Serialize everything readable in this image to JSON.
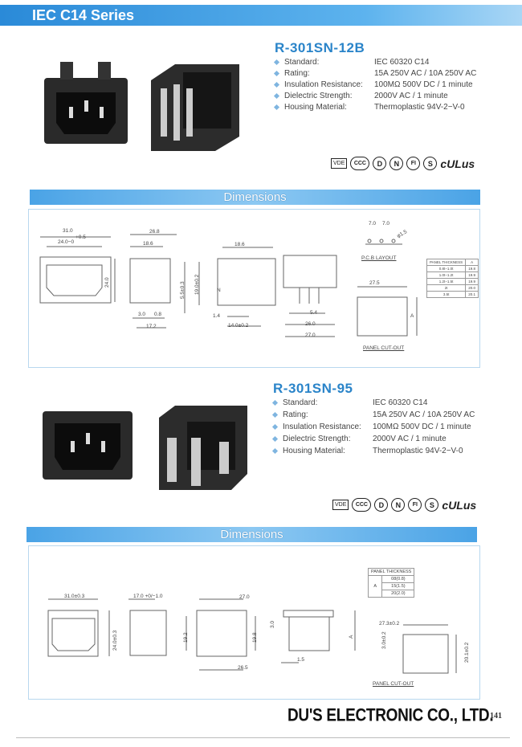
{
  "header": {
    "title": "IEC C14 Series"
  },
  "products": [
    {
      "model": "R-301SN-12B",
      "specs": [
        {
          "label": "Standard:",
          "value": "IEC 60320 C14"
        },
        {
          "label": "Rating:",
          "value": "15A 250V AC / 10A 250V AC"
        },
        {
          "label": "Insulation Resistance:",
          "value": "100MΩ 500V DC / 1 minute"
        },
        {
          "label": "Dielectric Strength:",
          "value": "2000V AC / 1 minute"
        },
        {
          "label": "Housing Material:",
          "value": "Thermoplastic 94V-2−V-0"
        }
      ],
      "certs": [
        "VDE",
        "CCC",
        "D",
        "N",
        "FI",
        "S",
        "cULus"
      ]
    },
    {
      "model": "R-301SN-95",
      "specs": [
        {
          "label": "Standard:",
          "value": "IEC 60320 C14"
        },
        {
          "label": "Rating:",
          "value": "15A 250V AC / 10A 250V AC"
        },
        {
          "label": "Insulation Resistance:",
          "value": "100MΩ 500V DC / 1 minute"
        },
        {
          "label": "Dielectric Strength:",
          "value": "2000V AC / 1 minute"
        },
        {
          "label": "Housing Material:",
          "value": "Thermoplastic 94V-2−V-0"
        }
      ],
      "certs": [
        "VDE",
        "CCC",
        "D",
        "N",
        "FI",
        "S",
        "cULus"
      ]
    }
  ],
  "dimensions_title": "Dimensions",
  "dim1": {
    "labels": [
      "31.0",
      "+0.5",
      "24.0−0",
      "24.0",
      "26.8",
      "18.6",
      "5.5±0.3",
      "3.0",
      "0.8",
      "17.2",
      "18.6",
      "19.0±0.2",
      "N",
      "1.4",
      "14.0±0.2",
      "7.0",
      "7.0",
      "φ1.5",
      "P.C.B LAYOUT",
      "5.4",
      "26.0",
      "27.0",
      "27.5",
      "A",
      "PANEL CUT-OUT"
    ],
    "table": {
      "header": [
        "PANEL THICKNESS",
        "A"
      ],
      "rows": [
        [
          "0.8t−1.0t",
          "19.8"
        ],
        [
          "1.0t−1.2t",
          "19.9"
        ],
        [
          "1.2t−1.5t",
          "19.9"
        ],
        [
          "2t",
          "20.0"
        ],
        [
          "3.5t",
          "20.1"
        ]
      ]
    }
  },
  "dim2": {
    "labels": [
      "31.0±0.3",
      "24.0±0.3",
      "17.0 +0/−1.0",
      "27.0",
      "19.2",
      "19.8",
      "26.5",
      "3.0",
      "1.5",
      "A",
      "3.0±0.2",
      "27.3±0.2",
      "20.1±0.2",
      "PANEL CUT-OUT"
    ],
    "table": {
      "header": "PANEL THICKNESS",
      "label": "A",
      "rows": [
        "08(0.8)",
        "15(1.5)",
        "20(2.0)"
      ]
    }
  },
  "footer": {
    "company": "DU'S ELECTRONIC CO., LTD.",
    "page": "141"
  }
}
